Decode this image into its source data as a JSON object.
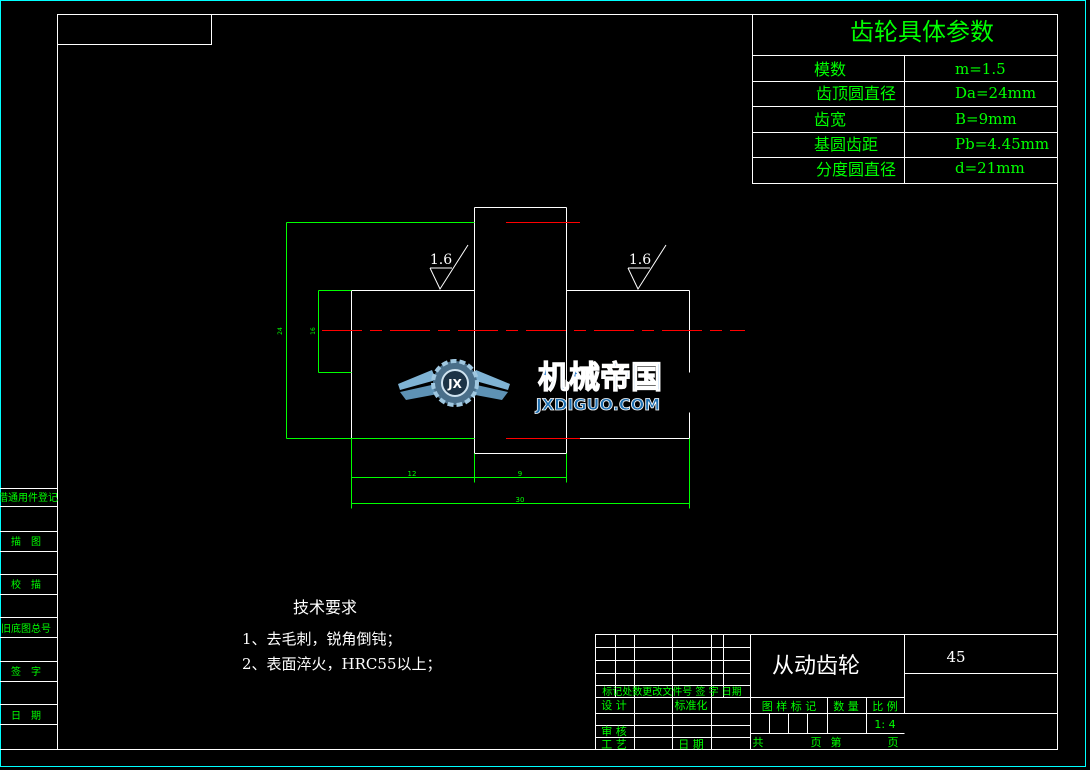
{
  "params_table": {
    "title": "齿轮具体参数",
    "rows": [
      {
        "name": "模数",
        "value": "m=1.5"
      },
      {
        "name": "齿顶圆直径",
        "value": "Da=24mm"
      },
      {
        "name": "齿宽",
        "value": "B=9mm"
      },
      {
        "name": "基圆齿距",
        "value": "Pb=4.45mm"
      },
      {
        "name": "分度圆直径",
        "value": "d=21mm"
      }
    ]
  },
  "drawing": {
    "roughness_left": "1.6",
    "roughness_right": "1.6",
    "dims": {
      "left_length": "12",
      "hub_width": "9",
      "total_length": "30",
      "outer_dia": "24",
      "shaft_dia": "16"
    }
  },
  "watermark": {
    "cn": "机械帝国",
    "en": "JXDIGUO.COM",
    "badge": "JX"
  },
  "side_labels": [
    "借通用件登记",
    "描　图",
    "校　描",
    "旧底图总号",
    "签　字",
    "日　期"
  ],
  "tech": {
    "title": "技术要求",
    "items": [
      "1、去毛刺，锐角倒钝；",
      "2、表面淬火，HRC55以上；"
    ]
  },
  "title_block": {
    "part_name": "从动齿轮",
    "material": "45",
    "header_row": "标记处数更改文件号 签 字 日期",
    "design": "设 计",
    "standard": "标准化",
    "review": "审 核",
    "process": "工 艺",
    "date": "日 期",
    "stage_mark": "图 样 标 记",
    "weight": "数 量",
    "scale_label": "比 例",
    "scale_value": "1: 4",
    "total_sheets": "共",
    "sheet_unit": "页",
    "sheet_no": "第",
    "sheet_unit2": "页"
  },
  "colors": {
    "frame": "#ffffff",
    "line": "#00ff00",
    "center": "#ff0000",
    "text": "#00ff00"
  }
}
